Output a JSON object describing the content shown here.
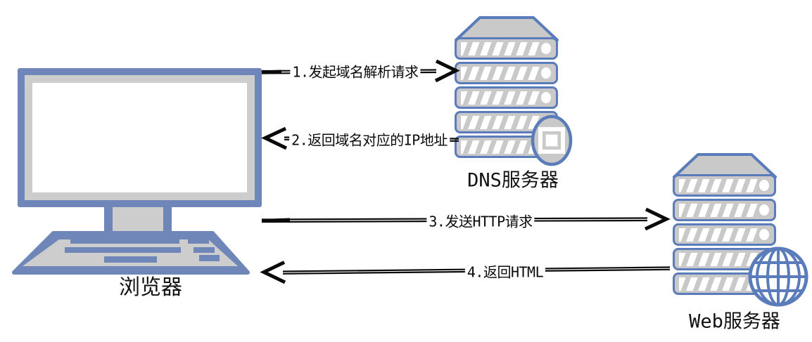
{
  "diagram": {
    "nodes": {
      "browser": {
        "label": "浏览器",
        "type": "monitor-with-keyboard"
      },
      "dns_server": {
        "label": "DNS服务器",
        "type": "server-rack-with-display-badge"
      },
      "web_server": {
        "label": "Web服务器",
        "type": "server-rack-with-globe"
      }
    },
    "arrows": [
      {
        "label": "1.发起域名解析请求",
        "from": "浏览器",
        "to": "DNS服务器",
        "direction": "right"
      },
      {
        "label": "2.返回域名对应的IP地址",
        "from": "DNS服务器",
        "to": "浏览器",
        "direction": "left"
      },
      {
        "label": "3.发送HTTP请求",
        "from": "浏览器",
        "to": "Web服务器",
        "direction": "right"
      },
      {
        "label": "4.返回HTML",
        "from": "Web服务器",
        "to": "浏览器",
        "direction": "left"
      }
    ],
    "colors": {
      "device_blue": "#6e86b8",
      "server_border_blue": "#5b7cba",
      "device_gray": "#c9c9c9",
      "arrow_black": "#0a0a0a",
      "background": "#ffffff"
    }
  }
}
